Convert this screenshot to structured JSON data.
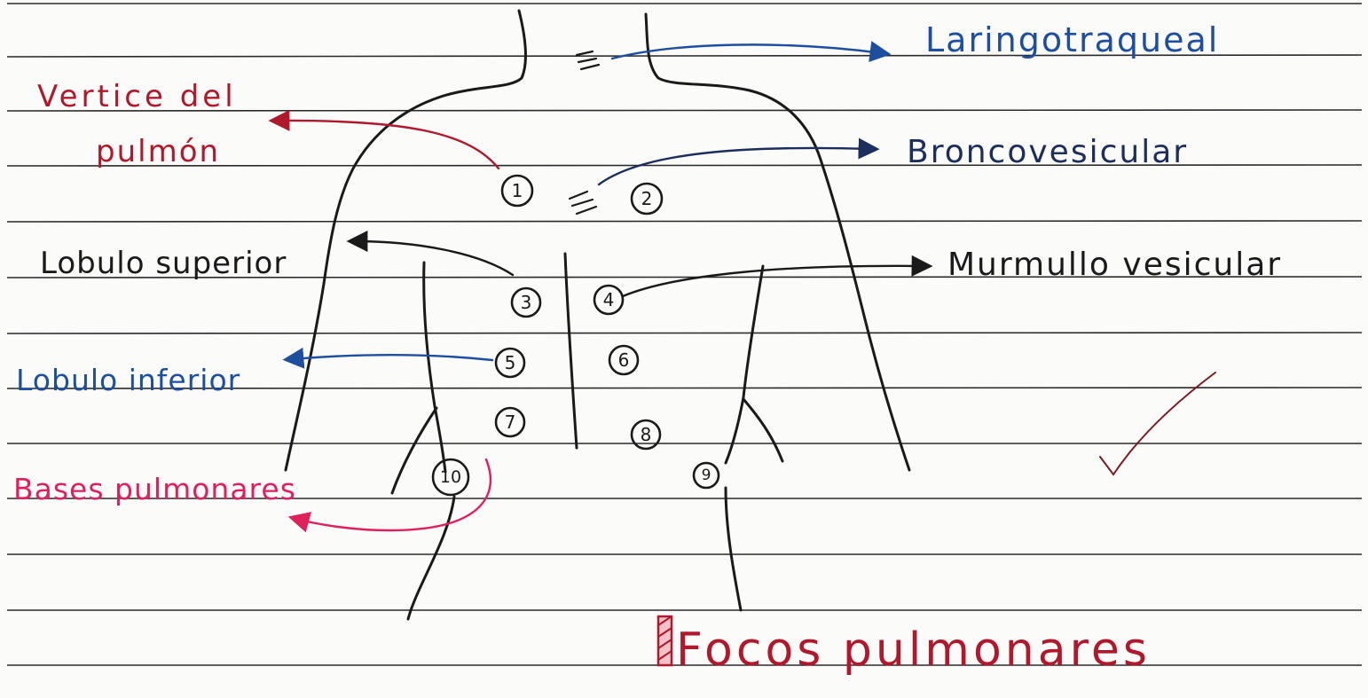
{
  "title": "Focos pulmonares",
  "labels": {
    "laringotraqueal": "Laringotraqueal",
    "vertice_line1": "Vertice del",
    "vertice_line2": "pulmón",
    "broncovesicular": "Broncovesicular",
    "lobulo_superior": "Lobulo superior",
    "murmullo": "Murmullo vesicular",
    "lobulo_inferior": "Lobulo inferior",
    "bases": "Bases pulmonares"
  },
  "foci": [
    "1",
    "2",
    "3",
    "4",
    "5",
    "6",
    "7",
    "8",
    "9",
    "10"
  ],
  "colors": {
    "ink_black": "#1a1a1a",
    "ink_blue": "#1d4f9e",
    "ink_red": "#b0182c",
    "ink_pink": "#e0205a",
    "ruled_line": "#2a2a2a"
  }
}
